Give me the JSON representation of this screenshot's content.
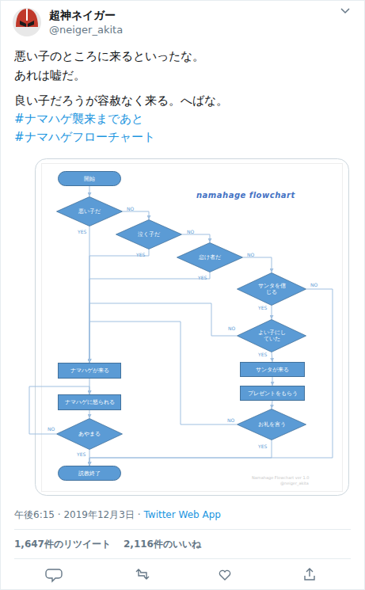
{
  "diagram": {
    "title": "namahage flowchart",
    "nodes": [
      {
        "text": [
          "開始"
        ]
      },
      {
        "text": [
          "悪い子だ"
        ]
      },
      {
        "text": [
          "泣く子だ"
        ]
      },
      {
        "text": [
          "怠け者だ"
        ]
      },
      {
        "text": [
          "サンタを信じる"
        ]
      },
      {
        "text": [
          "よい子にしていた"
        ]
      },
      {
        "text": [
          "サンタが来る"
        ]
      },
      {
        "text": [
          "プレゼントをもらう"
        ]
      },
      {
        "text": [
          "お礼を言う"
        ]
      },
      {
        "text": [
          "ナマハゲが来る"
        ]
      },
      {
        "text": [
          "ナマハゲに怒られる"
        ]
      },
      {
        "text": [
          "あやまる"
        ]
      },
      {
        "text": [
          "説教終了"
        ]
      }
    ],
    "edges": [
      {
        "from": 0,
        "to": 1,
        "arrow": "to"
      },
      {
        "from": 1,
        "to": 9,
        "label": "YES",
        "arrow": "to"
      },
      {
        "from": 1,
        "to": 2,
        "label": "NO",
        "arrow": "to"
      },
      {
        "from": 2,
        "to": 9,
        "label": "YES",
        "arrow": "to"
      },
      {
        "from": 2,
        "to": 3,
        "label": "NO",
        "arrow": "to"
      },
      {
        "from": 3,
        "to": 9,
        "label": "YES",
        "arrow": "to"
      },
      {
        "from": 3,
        "to": 4,
        "label": "NO",
        "arrow": "to"
      },
      {
        "from": 4,
        "to": 5,
        "label": "YES",
        "arrow": "to"
      },
      {
        "from": 4,
        "to": 12,
        "label": "NO",
        "arrow": "to"
      },
      {
        "from": 5,
        "to": 6,
        "label": "YES",
        "arrow": "to"
      },
      {
        "from": 5,
        "to": 9,
        "label": "NO",
        "arrow": "to"
      },
      {
        "from": 6,
        "to": 7,
        "arrow": "to"
      },
      {
        "from": 7,
        "to": 8,
        "arrow": "to"
      },
      {
        "from": 8,
        "to": 9,
        "label": "NO",
        "arrow": "to"
      },
      {
        "from": 8,
        "to": 12,
        "label": "YES",
        "arrow": "to"
      },
      {
        "from": 9,
        "to": 10,
        "arrow": "to"
      },
      {
        "from": 10,
        "to": 11,
        "arrow": "to"
      },
      {
        "from": 11,
        "to": 10,
        "label": "NO",
        "arrow": "to"
      },
      {
        "from": 11,
        "to": 12,
        "label": "YES",
        "arrow": "to"
      }
    ],
    "labels": [
      "超神ネイガー",
      "@neiger_akita",
      "悪い子のところに来るといったな。",
      "あれは嘘だ。",
      "良い子だろうが容赦なく来る。へばな。",
      "#ナマハゲ襲来まであと",
      "#ナマハゲフローチャート",
      "Namahage Flowchart ver 1.0",
      "@neiger_akita",
      "午後6:15 · 2019年12月3日 ·",
      "Twitter Web App",
      "1,647件のリツイート",
      "2,116件のいいね"
    ]
  }
}
